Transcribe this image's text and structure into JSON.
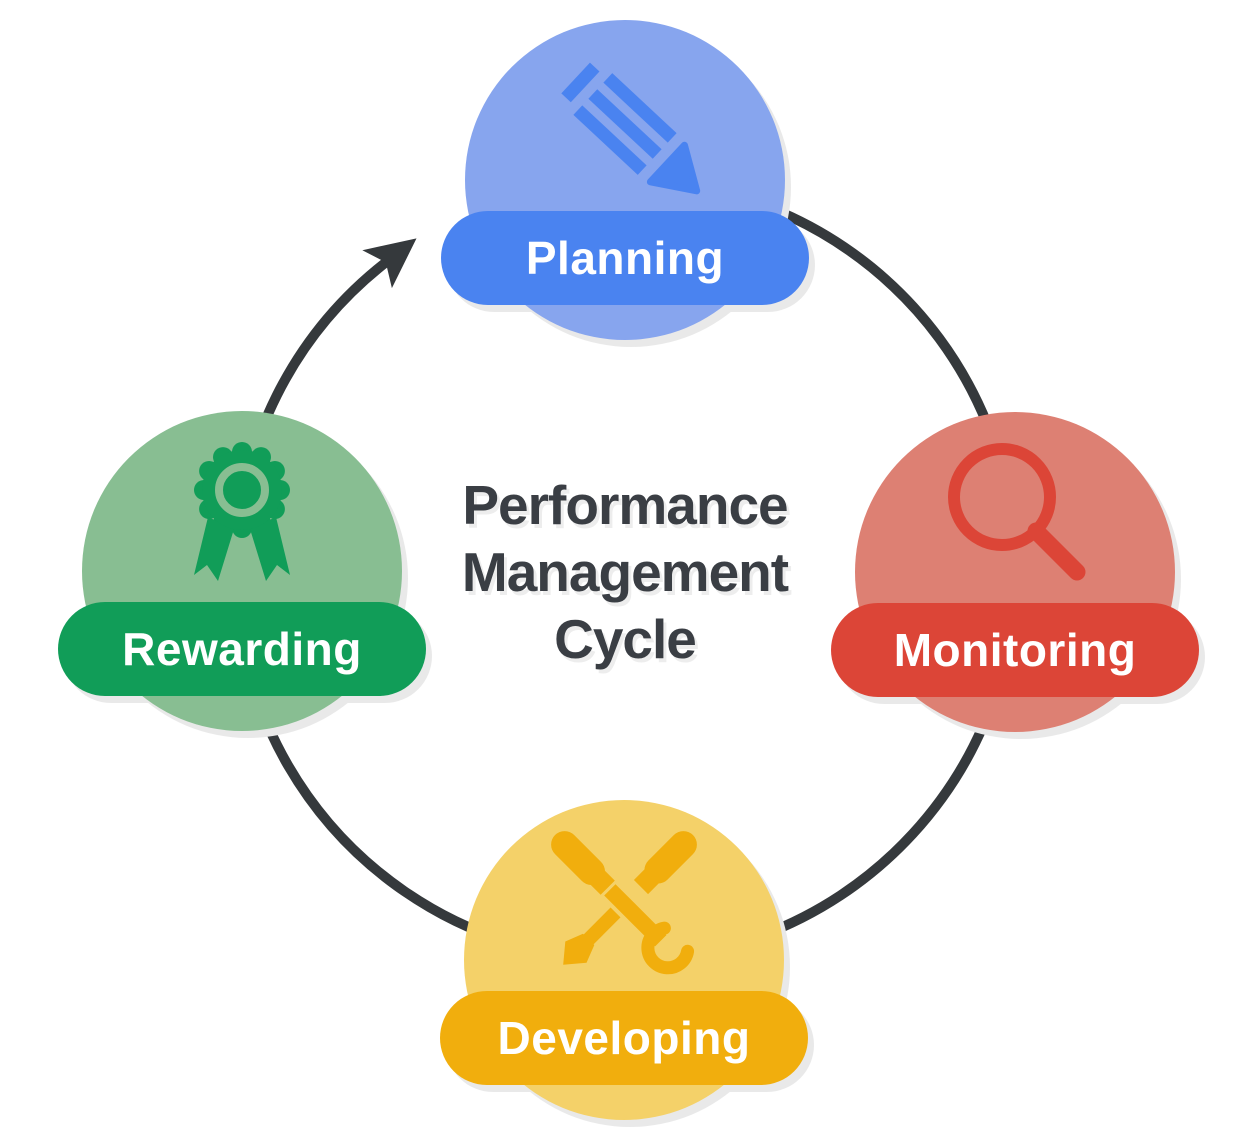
{
  "background": "#ffffff",
  "title": {
    "line1": "Performance",
    "line2": "Management",
    "line3": "Cycle",
    "color": "#3a3e44"
  },
  "cycle": {
    "direction": "clockwise",
    "arrow_color": "#35393c",
    "shadow_color": "#e9e9e9"
  },
  "nodes": [
    {
      "label": "Planning",
      "icon": "pencil-icon",
      "accent": "#4a83f0",
      "light": "#87a5ee",
      "position": "top"
    },
    {
      "label": "Monitoring",
      "icon": "magnifying-glass-icon",
      "accent": "#dc4537",
      "light": "#dd8073",
      "position": "right"
    },
    {
      "label": "Developing",
      "icon": "crossed-tools-icon",
      "accent": "#f1ae0d",
      "light": "#f4d169",
      "position": "bottom"
    },
    {
      "label": "Rewarding",
      "icon": "award-ribbon-icon",
      "accent": "#119d58",
      "light": "#88be92",
      "position": "left"
    }
  ]
}
